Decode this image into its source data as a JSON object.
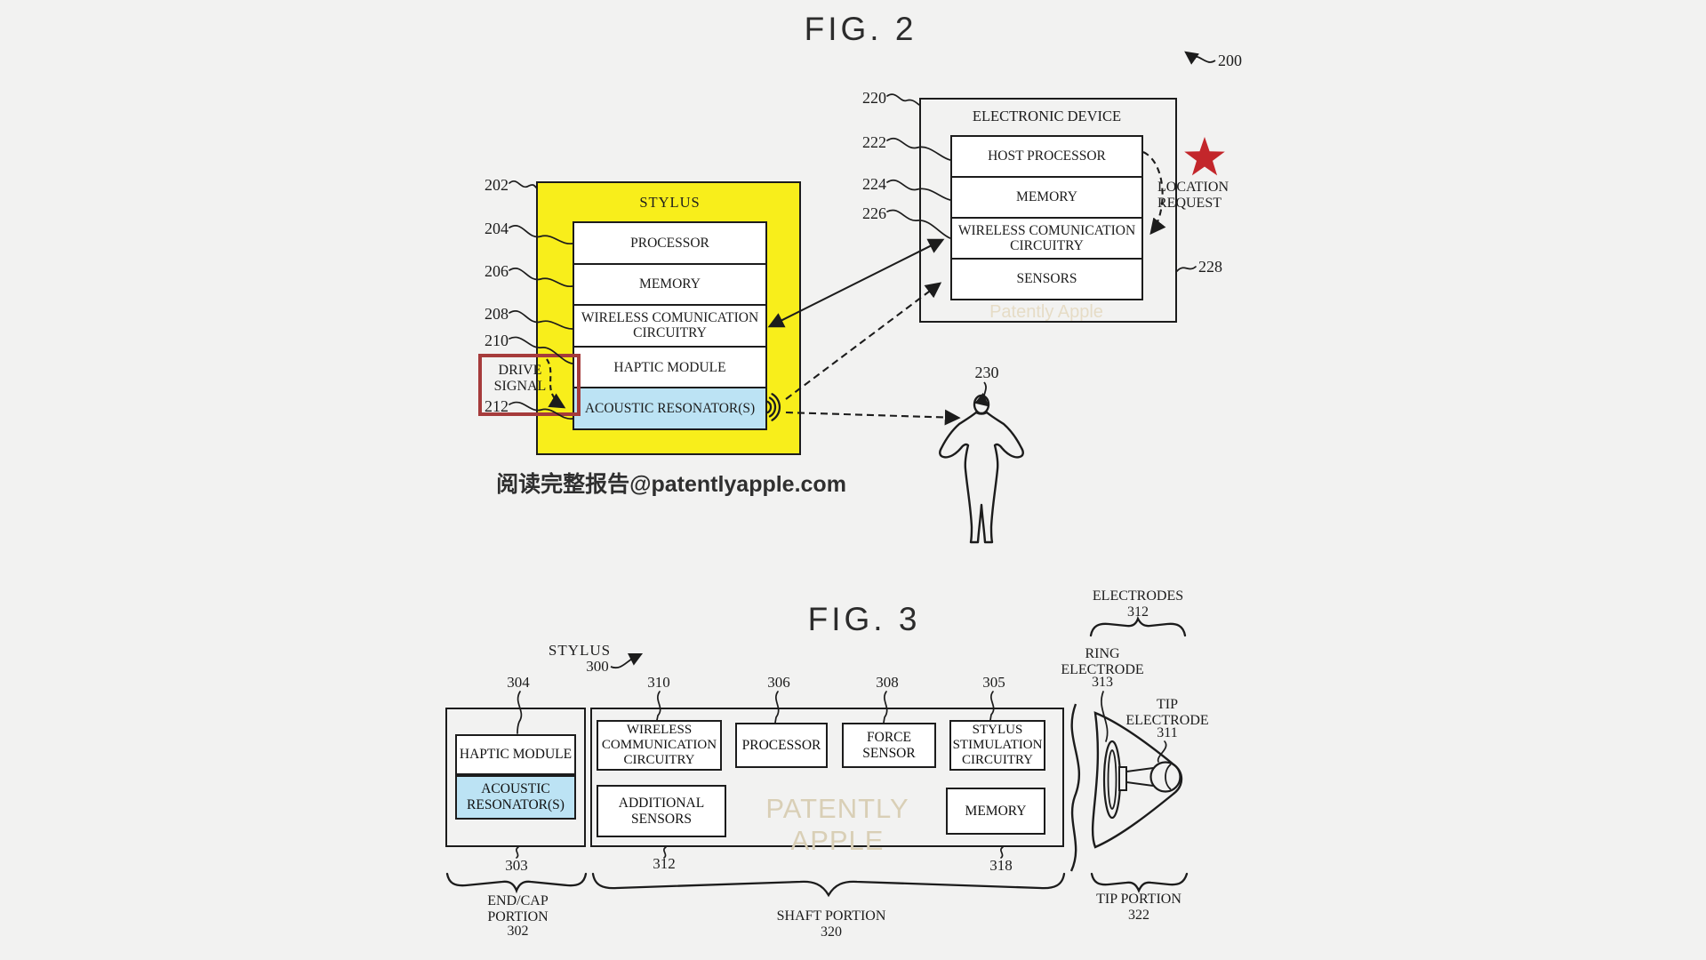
{
  "fig2": {
    "title": "FIG. 2",
    "ref": "200",
    "stylus": {
      "ref": "202",
      "title": "STYLUS",
      "rows": [
        {
          "ref": "204",
          "label": "PROCESSOR"
        },
        {
          "ref": "206",
          "label": "MEMORY"
        },
        {
          "ref": "208",
          "label": "WIRELESS COMUNICATION CIRCUITRY"
        },
        {
          "ref": "210",
          "label": "HAPTIC MODULE"
        },
        {
          "ref": "212",
          "label": "ACOUSTIC RESONATOR(S)"
        }
      ]
    },
    "drive_signal": {
      "label": "DRIVE SIGNAL"
    },
    "electronic_device": {
      "ref": "220",
      "title": "ELECTRONIC DEVICE",
      "rows": [
        {
          "ref": "222",
          "label": "HOST PROCESSOR"
        },
        {
          "ref": "224",
          "label": "MEMORY"
        },
        {
          "ref": "226",
          "label": "WIRELESS COMUNICATION CIRCUITRY"
        },
        {
          "ref": "228",
          "label": "SENSORS"
        }
      ],
      "watermark": "Patently Apple"
    },
    "location_request": "LOCATION REQUEST",
    "user": {
      "ref": "230"
    },
    "caption": "阅读完整报告@patentlyapple.com"
  },
  "fig3": {
    "title": "FIG. 3",
    "stylus_label": "STYLUS",
    "stylus_ref": "300",
    "end_cap": {
      "top_ref": "304",
      "bottom_ref": "303",
      "boxes": [
        {
          "label": "HAPTIC MODULE"
        },
        {
          "label": "ACOUSTIC RESONATOR(S)"
        }
      ],
      "portion_label": "END/CAP PORTION",
      "portion_ref": "302"
    },
    "shaft": {
      "top_refs": [
        "310",
        "306",
        "308",
        "305"
      ],
      "bottom_refs": [
        "312",
        "318"
      ],
      "boxes_top": [
        "WIRELESS COMMUNICATION CIRCUITRY",
        "PROCESSOR",
        "FORCE SENSOR",
        "STYLUS STIMULATION CIRCUITRY"
      ],
      "boxes_bottom": [
        "ADDITIONAL SENSORS",
        "MEMORY"
      ],
      "watermark": "PATENTLY APPLE",
      "portion_label": "SHAFT PORTION",
      "portion_ref": "320"
    },
    "tip": {
      "electrodes_label": "ELECTRODES",
      "electrodes_ref": "312",
      "ring_label": "RING ELECTRODE",
      "ring_ref": "313",
      "tip_label": "TIP ELECTRODE",
      "tip_ref": "311",
      "portion_label": "TIP PORTION",
      "portion_ref": "322"
    }
  },
  "colors": {
    "background": "#f2f2f1",
    "stylus_highlight": "#f8ee1b",
    "resonator_highlight": "#bce3f4",
    "red_accent": "#a63b3b",
    "star_red": "#c3262b",
    "watermark_tan": "#e6dcc6",
    "watermark_tan_large": "#d9cfb6",
    "line": "#1c1c1c"
  }
}
